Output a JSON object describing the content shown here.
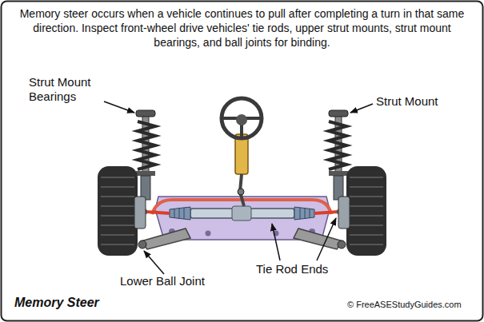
{
  "diagram": {
    "title": "Memory Steer",
    "caption": "Memory steer occurs when a vehicle continues to pull after completing a turn in that same direction. Inspect front-wheel drive vehicles' tie rods, upper strut mounts, strut mount bearings, and ball joints for binding.",
    "labels": [
      "Strut Mount Bearings",
      "Strut Mount",
      "Lower Ball Joint",
      "Tie Rod Ends",
      "© FreeASEStudyGuides.com"
    ]
  }
}
